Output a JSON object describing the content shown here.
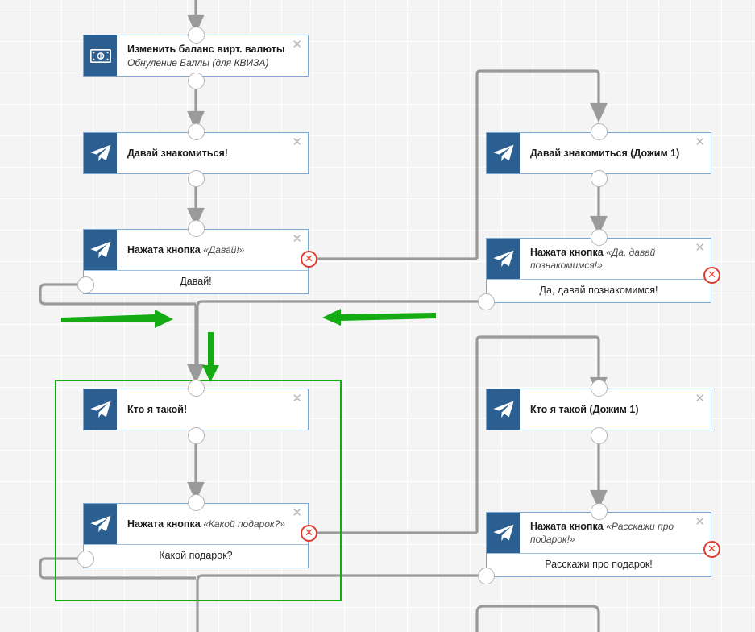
{
  "app": {
    "kind": "bot-flow-builder-canvas",
    "background_color": "#f4f4f4",
    "grid_color": "#ffffff",
    "accent_color": "#2c5f91",
    "node_border_color": "#7ba7d0",
    "wire_color": "#9a9a9a",
    "delete_badge_color": "#e03b2f",
    "annotation_color": "#14ab14"
  },
  "nodes": [
    {
      "id": "n1",
      "icon": "banknote-icon",
      "title": "Изменить баланс вирт. валюты",
      "subtitle": "Обнуление Баллы (для КВИЗА)",
      "close_label": "✕",
      "answer": null,
      "has_delete_badge": false
    },
    {
      "id": "n2",
      "icon": "telegram-icon",
      "title": "Давай знакомиться!",
      "subtitle": null,
      "close_label": "✕",
      "answer": null,
      "has_delete_badge": false
    },
    {
      "id": "n3",
      "icon": "telegram-icon",
      "title_prefix": "Нажата кнопка",
      "title_quoted": "«Давай!»",
      "subtitle": null,
      "close_label": "✕",
      "answer": "Давай!",
      "has_delete_badge": true
    },
    {
      "id": "n4",
      "icon": "telegram-icon",
      "title": "Давай знакомиться (Дожим 1)",
      "subtitle": null,
      "close_label": "✕",
      "answer": null,
      "has_delete_badge": false
    },
    {
      "id": "n5",
      "icon": "telegram-icon",
      "title_prefix": "Нажата кнопка",
      "title_quoted": "«Да, давай познакомимся!»",
      "subtitle": null,
      "close_label": "✕",
      "answer": "Да, давай познакомимся!",
      "has_delete_badge": true
    },
    {
      "id": "n6",
      "icon": "telegram-icon",
      "title": "Кто я такой!",
      "subtitle": null,
      "close_label": "✕",
      "answer": null,
      "has_delete_badge": false
    },
    {
      "id": "n7",
      "icon": "telegram-icon",
      "title_prefix": "Нажата кнопка",
      "title_quoted": "«Какой подарок?»",
      "subtitle": null,
      "close_label": "✕",
      "answer": "Какой подарок?",
      "has_delete_badge": true
    },
    {
      "id": "n8",
      "icon": "telegram-icon",
      "title": "Кто я такой (Дожим 1)",
      "subtitle": null,
      "close_label": "✕",
      "answer": null,
      "has_delete_badge": false
    },
    {
      "id": "n9",
      "icon": "telegram-icon",
      "title_prefix": "Нажата кнопка",
      "title_quoted": "«Расскажи про подарок!»",
      "subtitle": null,
      "close_label": "✕",
      "answer": "Расскажи про подарок!",
      "has_delete_badge": true
    }
  ],
  "annotations": [
    {
      "id": "a1",
      "type": "arrow-right",
      "color": "#14ab14"
    },
    {
      "id": "a2",
      "type": "arrow-left",
      "color": "#14ab14"
    },
    {
      "id": "a3",
      "type": "arrow-down",
      "color": "#14ab14"
    },
    {
      "id": "a4",
      "type": "selection-rectangle",
      "color": "#14ab14"
    }
  ]
}
